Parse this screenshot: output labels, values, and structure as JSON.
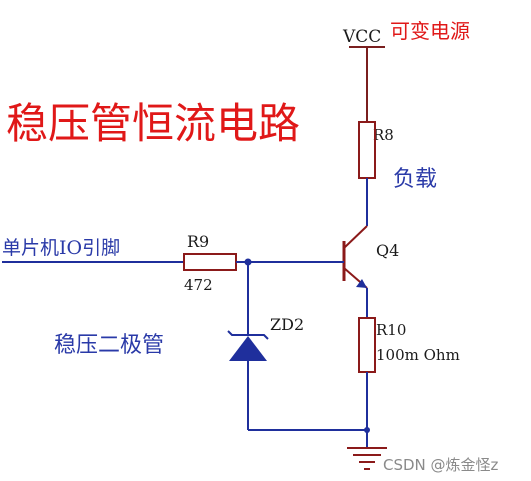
{
  "title": "稳压管恒流电路",
  "vcc": {
    "label": "VCC",
    "note": "可变电源"
  },
  "load": {
    "ref": "R8",
    "note": "负载"
  },
  "input": {
    "label": "单片机IO引脚"
  },
  "r9": {
    "ref": "R9",
    "value": "472"
  },
  "transistor": {
    "ref": "Q4"
  },
  "zener": {
    "ref": "ZD2",
    "note": "稳压二极管"
  },
  "r10": {
    "ref": "R10",
    "value": "100m Ohm"
  },
  "watermark": "CSDN @炼金怪z",
  "colors": {
    "wire": "#1f2f9c",
    "component": "#8b1a1a",
    "title": "#e01818",
    "note": "#2a3aa8"
  }
}
